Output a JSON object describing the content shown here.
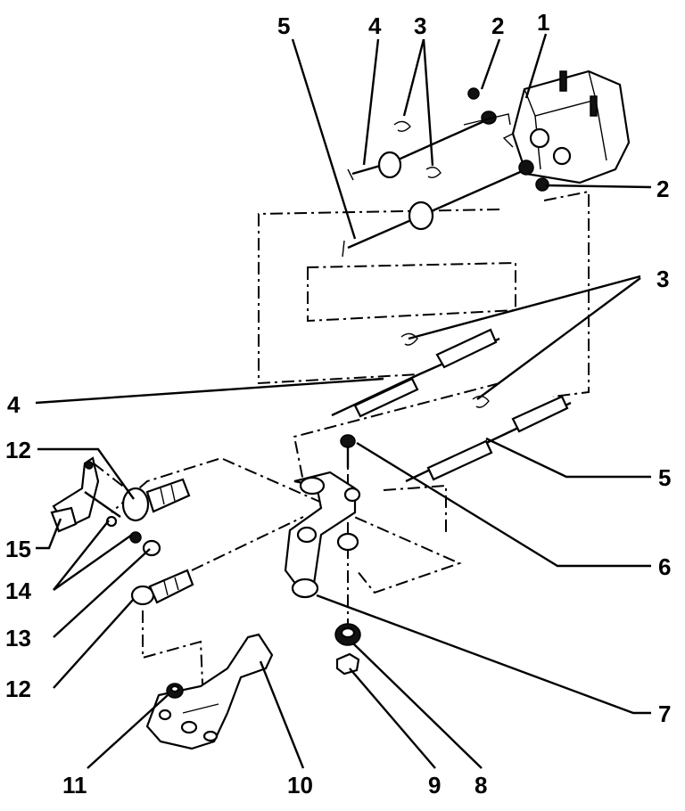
{
  "diagram": {
    "callouts": [
      {
        "id": "c5_top",
        "text": "5"
      },
      {
        "id": "c4_top",
        "text": "4"
      },
      {
        "id": "c3_top",
        "text": "3"
      },
      {
        "id": "c2_top",
        "text": "2"
      },
      {
        "id": "c1_top",
        "text": "1"
      },
      {
        "id": "c2_right",
        "text": "2"
      },
      {
        "id": "c3_right",
        "text": "3"
      },
      {
        "id": "c4_left",
        "text": "4"
      },
      {
        "id": "c12_left",
        "text": "12"
      },
      {
        "id": "c5_right",
        "text": "5"
      },
      {
        "id": "c15_left",
        "text": "15"
      },
      {
        "id": "c6_right",
        "text": "6"
      },
      {
        "id": "c14_left",
        "text": "14"
      },
      {
        "id": "c13_left",
        "text": "13"
      },
      {
        "id": "c7_right",
        "text": "7"
      },
      {
        "id": "c12_left2",
        "text": "12"
      },
      {
        "id": "c11_bottom",
        "text": "11"
      },
      {
        "id": "c10_bottom",
        "text": "10"
      },
      {
        "id": "c9_bottom",
        "text": "9"
      },
      {
        "id": "c8_bottom",
        "text": "8"
      }
    ],
    "colors": {
      "ink": "#000000",
      "paper": "#ffffff"
    }
  }
}
